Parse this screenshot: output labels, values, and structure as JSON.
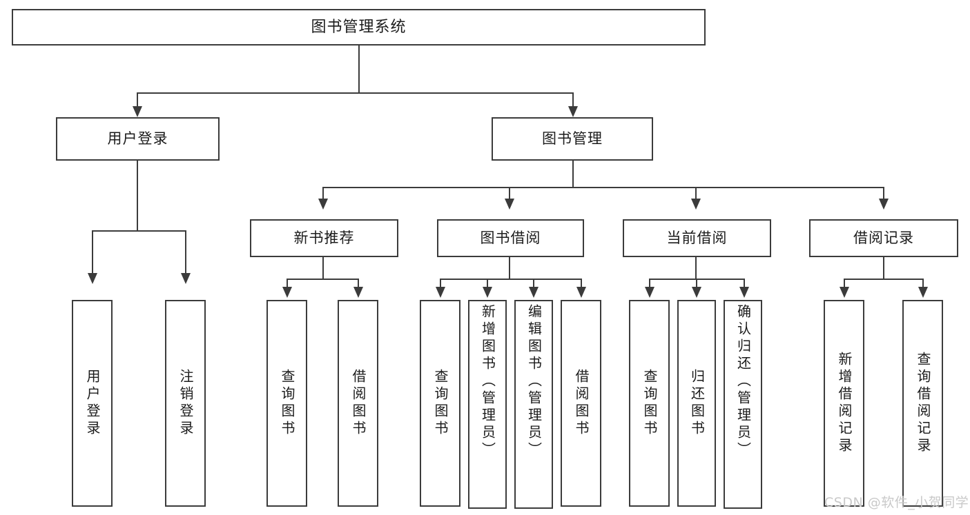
{
  "diagram": {
    "type": "tree-hierarchy",
    "title": "图书管理系统",
    "watermark": "CSDN @软件_小贺同学",
    "colors": {
      "stroke": "#3b3b3b",
      "box_fill": "#ffffff",
      "text": "#1b1b1b",
      "background": "#ffffff",
      "watermark": "#c9c9c9"
    },
    "levels": {
      "root": "图书管理系统",
      "level2": [
        "用户登录",
        "图书管理"
      ],
      "level3": [
        "新书推荐",
        "图书借阅",
        "当前借阅",
        "借阅记录"
      ],
      "level4_groups": [
        {
          "parent": "用户登录",
          "children": [
            "用户登录",
            "注销登录"
          ]
        },
        {
          "parent": "新书推荐",
          "children": [
            "查询图书",
            "借阅图书"
          ]
        },
        {
          "parent": "图书借阅",
          "children": [
            "查询图书",
            "新增图书（管理员）",
            "编辑图书（管理员）",
            "借阅图书"
          ]
        },
        {
          "parent": "当前借阅",
          "children": [
            "查询图书",
            "归还图书",
            "确认归还（管理员）"
          ]
        },
        {
          "parent": "借阅记录",
          "children": [
            "新增借阅记录",
            "查询借阅记录"
          ]
        }
      ]
    }
  },
  "nodes": {
    "root": {
      "label": "图书管理系统"
    },
    "user_login": {
      "label": "用户登录"
    },
    "book_manage": {
      "label": "图书管理"
    },
    "new_book_rec": {
      "label": "新书推荐"
    },
    "book_borrow": {
      "label": "图书借阅"
    },
    "current_borrow": {
      "label": "当前借阅"
    },
    "borrow_record": {
      "label": "借阅记录"
    },
    "leaf_user_login": {
      "label": "用户登录"
    },
    "leaf_logout": {
      "label": "注销登录"
    },
    "leaf_query_book_a": {
      "label": "查询图书"
    },
    "leaf_borrow_book_a": {
      "label": "借阅图书"
    },
    "leaf_query_book_b": {
      "label": "查询图书"
    },
    "leaf_add_book_admin": {
      "label": "新增图书（管理员）"
    },
    "leaf_edit_book_admin": {
      "label": "编辑图书（管理员）"
    },
    "leaf_borrow_book_b": {
      "label": "借阅图书"
    },
    "leaf_query_book_c": {
      "label": "查询图书"
    },
    "leaf_return_book": {
      "label": "归还图书"
    },
    "leaf_confirm_return_admin": {
      "label": "确认归还（管理员）"
    },
    "leaf_add_record": {
      "label": "新增借阅记录"
    },
    "leaf_query_record": {
      "label": "查询借阅记录"
    }
  },
  "watermark": {
    "text": "CSDN @软件_小贺同学"
  }
}
